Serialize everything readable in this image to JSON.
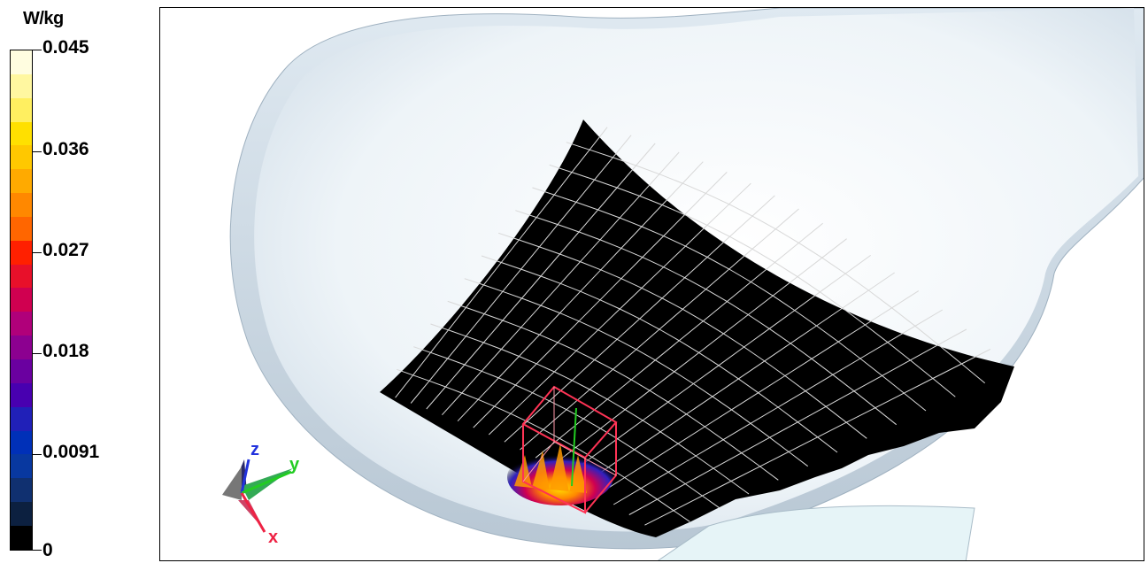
{
  "legend": {
    "unit": "W/kg",
    "ticks": [
      "0.045",
      "0.036",
      "0.027",
      "0.018",
      "0.0091",
      "0"
    ],
    "colors": [
      "#fffde0",
      "#fff7a0",
      "#ffef60",
      "#ffe000",
      "#ffc800",
      "#ffaa00",
      "#ff8800",
      "#ff6600",
      "#ff2000",
      "#e8102a",
      "#d00050",
      "#b0007a",
      "#8c0090",
      "#6a00a0",
      "#4800b0",
      "#2020b8",
      "#0030b8",
      "#0838a0",
      "#103070",
      "#0c2040",
      "#000000"
    ]
  },
  "axes": {
    "z": "z",
    "y": "y",
    "x": "x"
  }
}
